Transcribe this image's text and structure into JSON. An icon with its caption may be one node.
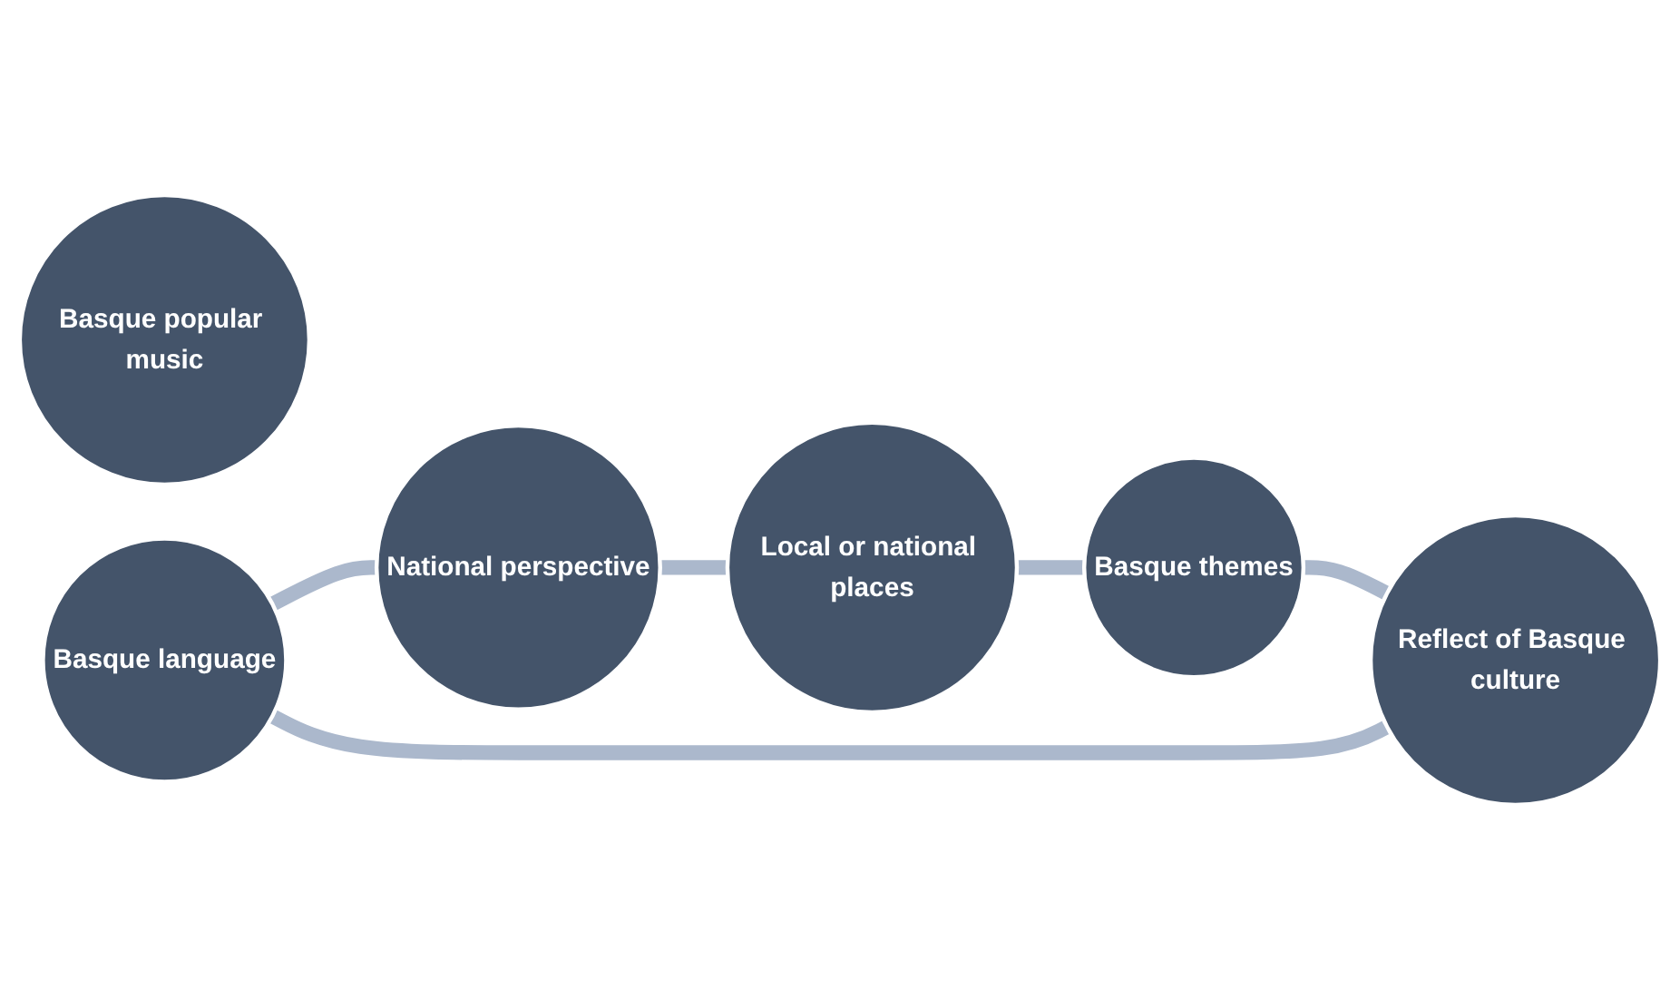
{
  "diagram": {
    "nodes": [
      {
        "text": [
          "Basque popular music"
        ]
      },
      {
        "text": [
          "Basque language"
        ]
      },
      {
        "text": [
          "National perspective"
        ]
      },
      {
        "text": [
          "Local or national places"
        ]
      },
      {
        "text": [
          "Basque themes"
        ]
      },
      {
        "text": [
          "Reflect of Basque culture"
        ]
      }
    ],
    "edges": [
      {
        "from": 1,
        "to": 2,
        "arrow": "none"
      },
      {
        "from": 2,
        "to": 3,
        "arrow": "none"
      },
      {
        "from": 3,
        "to": 4,
        "arrow": "none"
      },
      {
        "from": 4,
        "to": 5,
        "arrow": "none"
      },
      {
        "from": 5,
        "to": 1,
        "arrow": "none"
      }
    ]
  }
}
